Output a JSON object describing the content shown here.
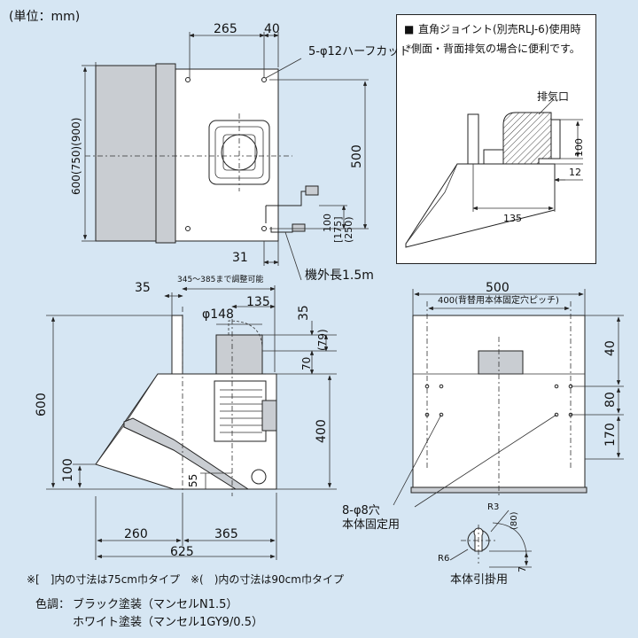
{
  "unit_label": "(単位：mm)",
  "top_view": {
    "dim_265": "265",
    "dim_40": "40",
    "holes": "5-φ12ハーフカット",
    "dim_500": "500",
    "dim_height": "600(750)(900)",
    "dim_100": "100",
    "dim_175": "[175]",
    "dim_250": "(250)",
    "dim_31": "31",
    "cord": "機外長1.5m"
  },
  "side_view": {
    "dim_35_left": "35",
    "adjust": "345～385まで調整可能",
    "phi148": "φ148",
    "dim_135": "135",
    "dim_35_right": "35",
    "dim_79": "(79)",
    "dim_70": "70",
    "dim_600": "600",
    "dim_400": "400",
    "dim_100": "100",
    "dim_55": "55",
    "dim_260": "260",
    "dim_365": "365",
    "dim_625": "625"
  },
  "front_view": {
    "dim_500": "500",
    "pitch": "400(背替用本体固定穴ピッチ)",
    "dim_40": "40",
    "dim_80": "80",
    "dim_170": "170",
    "holes": "8-φ8穴",
    "holes_sub": "本体固定用",
    "r3": "R3",
    "r6": "R6",
    "dim_80_small": "(80)",
    "dim_7": "7",
    "hook": "本体引掛用"
  },
  "inset": {
    "title": "直角ジョイント(別売RLJ-6)使用時",
    "subtitle": "*側面・背面排気の場合に便利です。",
    "exhaust": "排気口",
    "dim_100": "100",
    "dim_12": "12",
    "dim_135": "135"
  },
  "notes": {
    "note1": "※[　]内の寸法は75cm巾タイプ　※(　)内の寸法は90cm巾タイプ",
    "color_label": "色調：",
    "color1": "ブラック塗装（マンセルN1.5）",
    "color2": "ホワイト塗装（マンセル1GY9/0.5）"
  }
}
